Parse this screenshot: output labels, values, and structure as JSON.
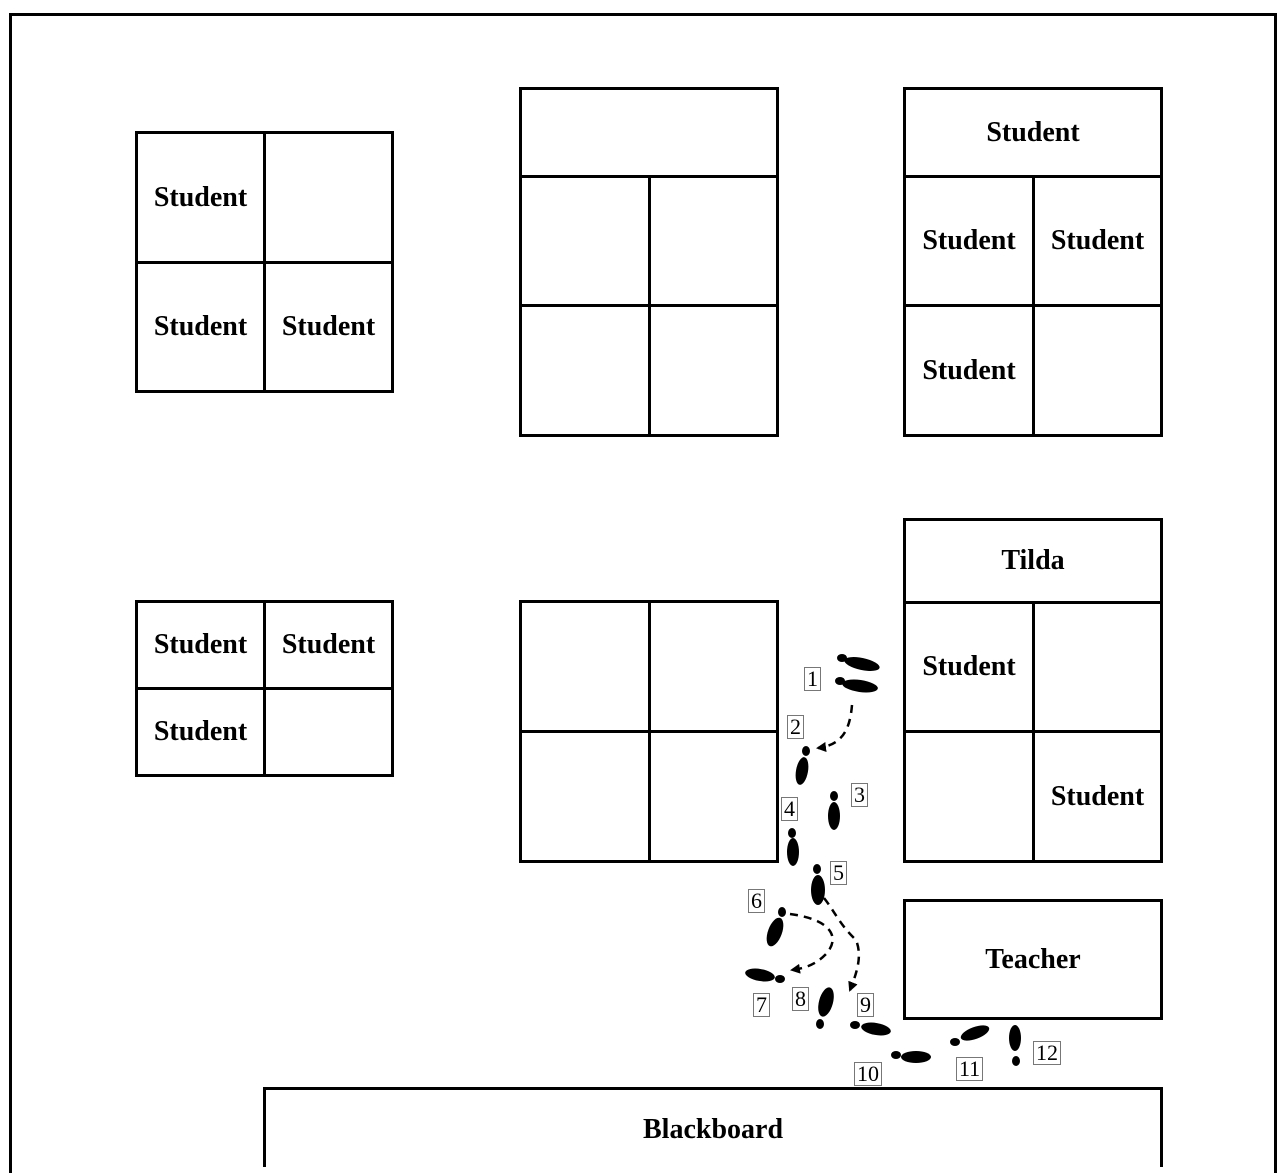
{
  "desks": {
    "top_left": {
      "c1": "",
      "c2": "Student",
      "c3": "",
      "c4": "Student",
      "c5": "Student"
    },
    "top_middle": {
      "head": ""
    },
    "top_right": {
      "head": "Student",
      "c1": "Student",
      "c2": "Student",
      "c3": "Student",
      "c4": ""
    },
    "mid_right": {
      "head": "Tilda",
      "c1": "Student",
      "c2": "",
      "c3": "",
      "c4": "Student"
    },
    "mid_left": {
      "c1": "Student",
      "c2": "Student",
      "c3": "Student",
      "c4": ""
    },
    "teacher": "Teacher"
  },
  "blackboard": "Blackboard",
  "steps": [
    "1",
    "2",
    "3",
    "4",
    "5",
    "6",
    "7",
    "8",
    "9",
    "10",
    "11",
    "12"
  ]
}
